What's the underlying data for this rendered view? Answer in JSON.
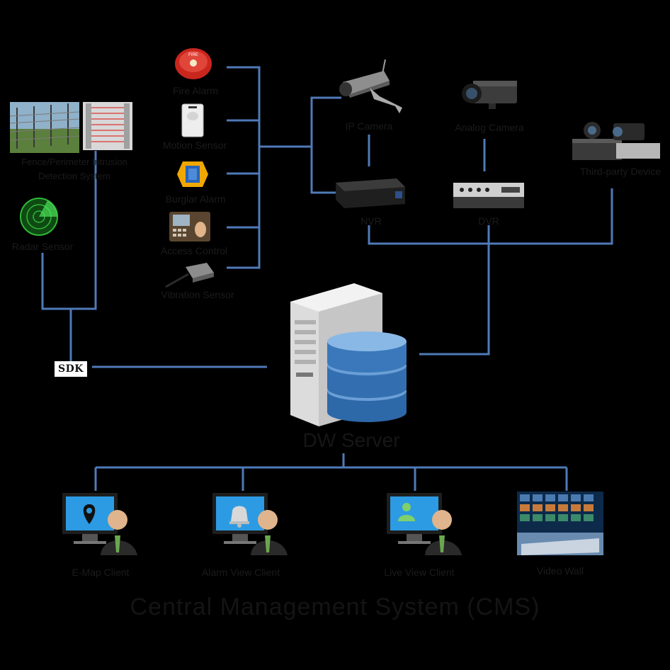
{
  "colors": {
    "background": "#000000",
    "wire": "#4f7ab8",
    "label": "#1b1b1b"
  },
  "left_sensors": {
    "fence_label_line1": "Fence/Perimeter Intrusion",
    "fence_label_line2": "Detection System",
    "radar_label": "Radar Sensor"
  },
  "alarm_devices": [
    {
      "icon": "fire-alarm-icon",
      "label": "Fire Alarm"
    },
    {
      "icon": "motion-sensor-icon",
      "label": "Motion Sensor"
    },
    {
      "icon": "burglar-alarm-icon",
      "label": "Burglar Alarm"
    },
    {
      "icon": "access-control-icon",
      "label": "Access Control"
    },
    {
      "icon": "vibration-sensor-icon",
      "label": "Vibration Sensor"
    }
  ],
  "video_sources": {
    "ip_camera": "IP Camera",
    "analog_camera": "Analog Camera",
    "third_party": "Third-party Device",
    "nvr": "NVR",
    "dvr": "DVR"
  },
  "sdk": {
    "label": "SDK"
  },
  "server": {
    "title": "DW Server"
  },
  "clients": [
    {
      "icon": "map-pin-icon",
      "label": "E-Map Client"
    },
    {
      "icon": "bell-icon",
      "label": "Alarm View Client"
    },
    {
      "icon": "live-user-icon",
      "label": "Live View Client"
    },
    {
      "icon": "video-wall-icon",
      "label": "Video Wall"
    }
  ],
  "footer": {
    "title": "Central Management System (CMS)"
  }
}
